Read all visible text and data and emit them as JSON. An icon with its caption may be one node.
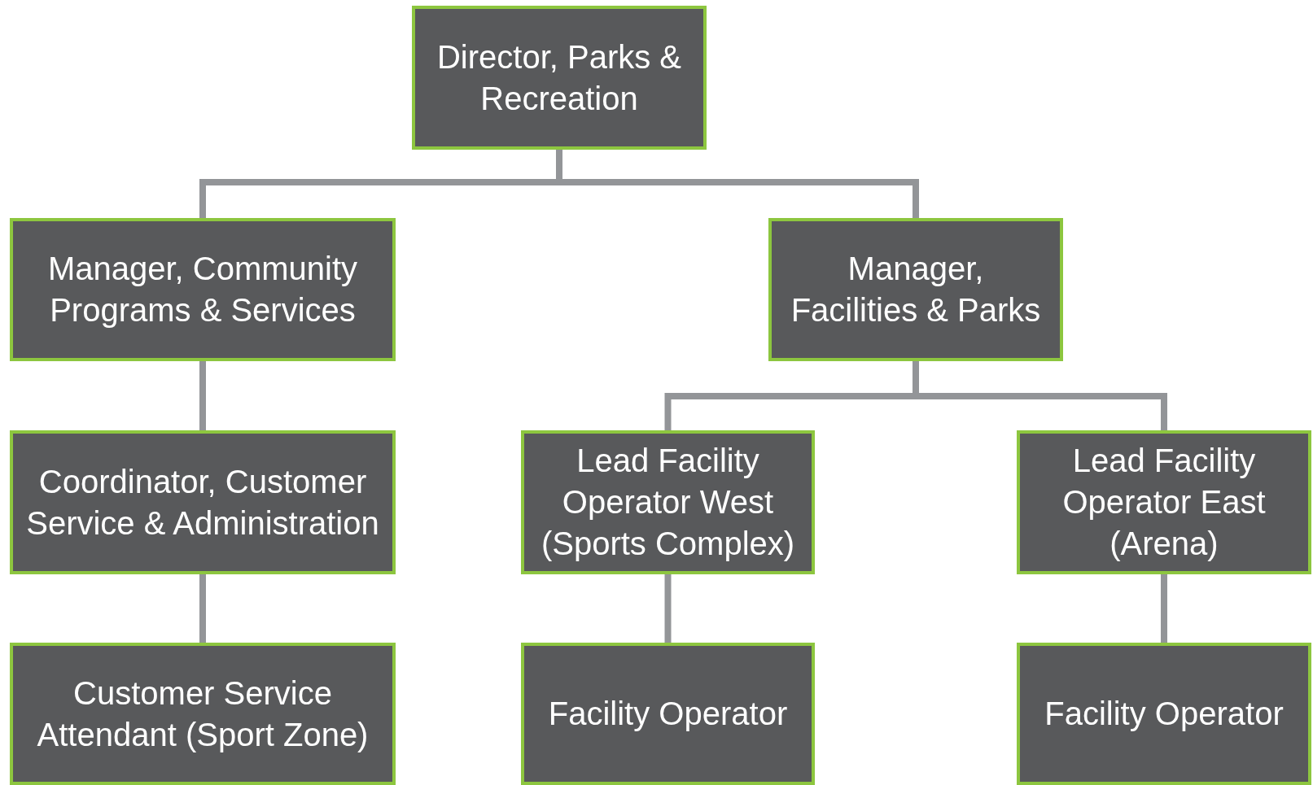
{
  "diagram": {
    "nodes": [
      {
        "text": [
          "Director, Parks & Recreation"
        ]
      },
      {
        "text": [
          "Manager, Community Programs & Services"
        ]
      },
      {
        "text": [
          "Manager, Facilities & Parks"
        ]
      },
      {
        "text": [
          "Coordinator, Customer Service & Administration"
        ]
      },
      {
        "text": [
          "Lead Facility Operator West (Sports Complex)"
        ]
      },
      {
        "text": [
          "Lead Facility Operator East (Arena)"
        ]
      },
      {
        "text": [
          "Customer Service Attendant (Sport Zone)"
        ]
      },
      {
        "text": [
          "Facility Operator"
        ]
      },
      {
        "text": [
          "Facility Operator"
        ]
      }
    ],
    "edges": [
      {
        "from": 0,
        "to": 1,
        "arrow": "none"
      },
      {
        "from": 0,
        "to": 2,
        "arrow": "none"
      },
      {
        "from": 1,
        "to": 3,
        "arrow": "none"
      },
      {
        "from": 2,
        "to": 4,
        "arrow": "none"
      },
      {
        "from": 2,
        "to": 5,
        "arrow": "none"
      },
      {
        "from": 3,
        "to": 6,
        "arrow": "none"
      },
      {
        "from": 4,
        "to": 7,
        "arrow": "none"
      },
      {
        "from": 5,
        "to": 8,
        "arrow": "none"
      }
    ]
  }
}
